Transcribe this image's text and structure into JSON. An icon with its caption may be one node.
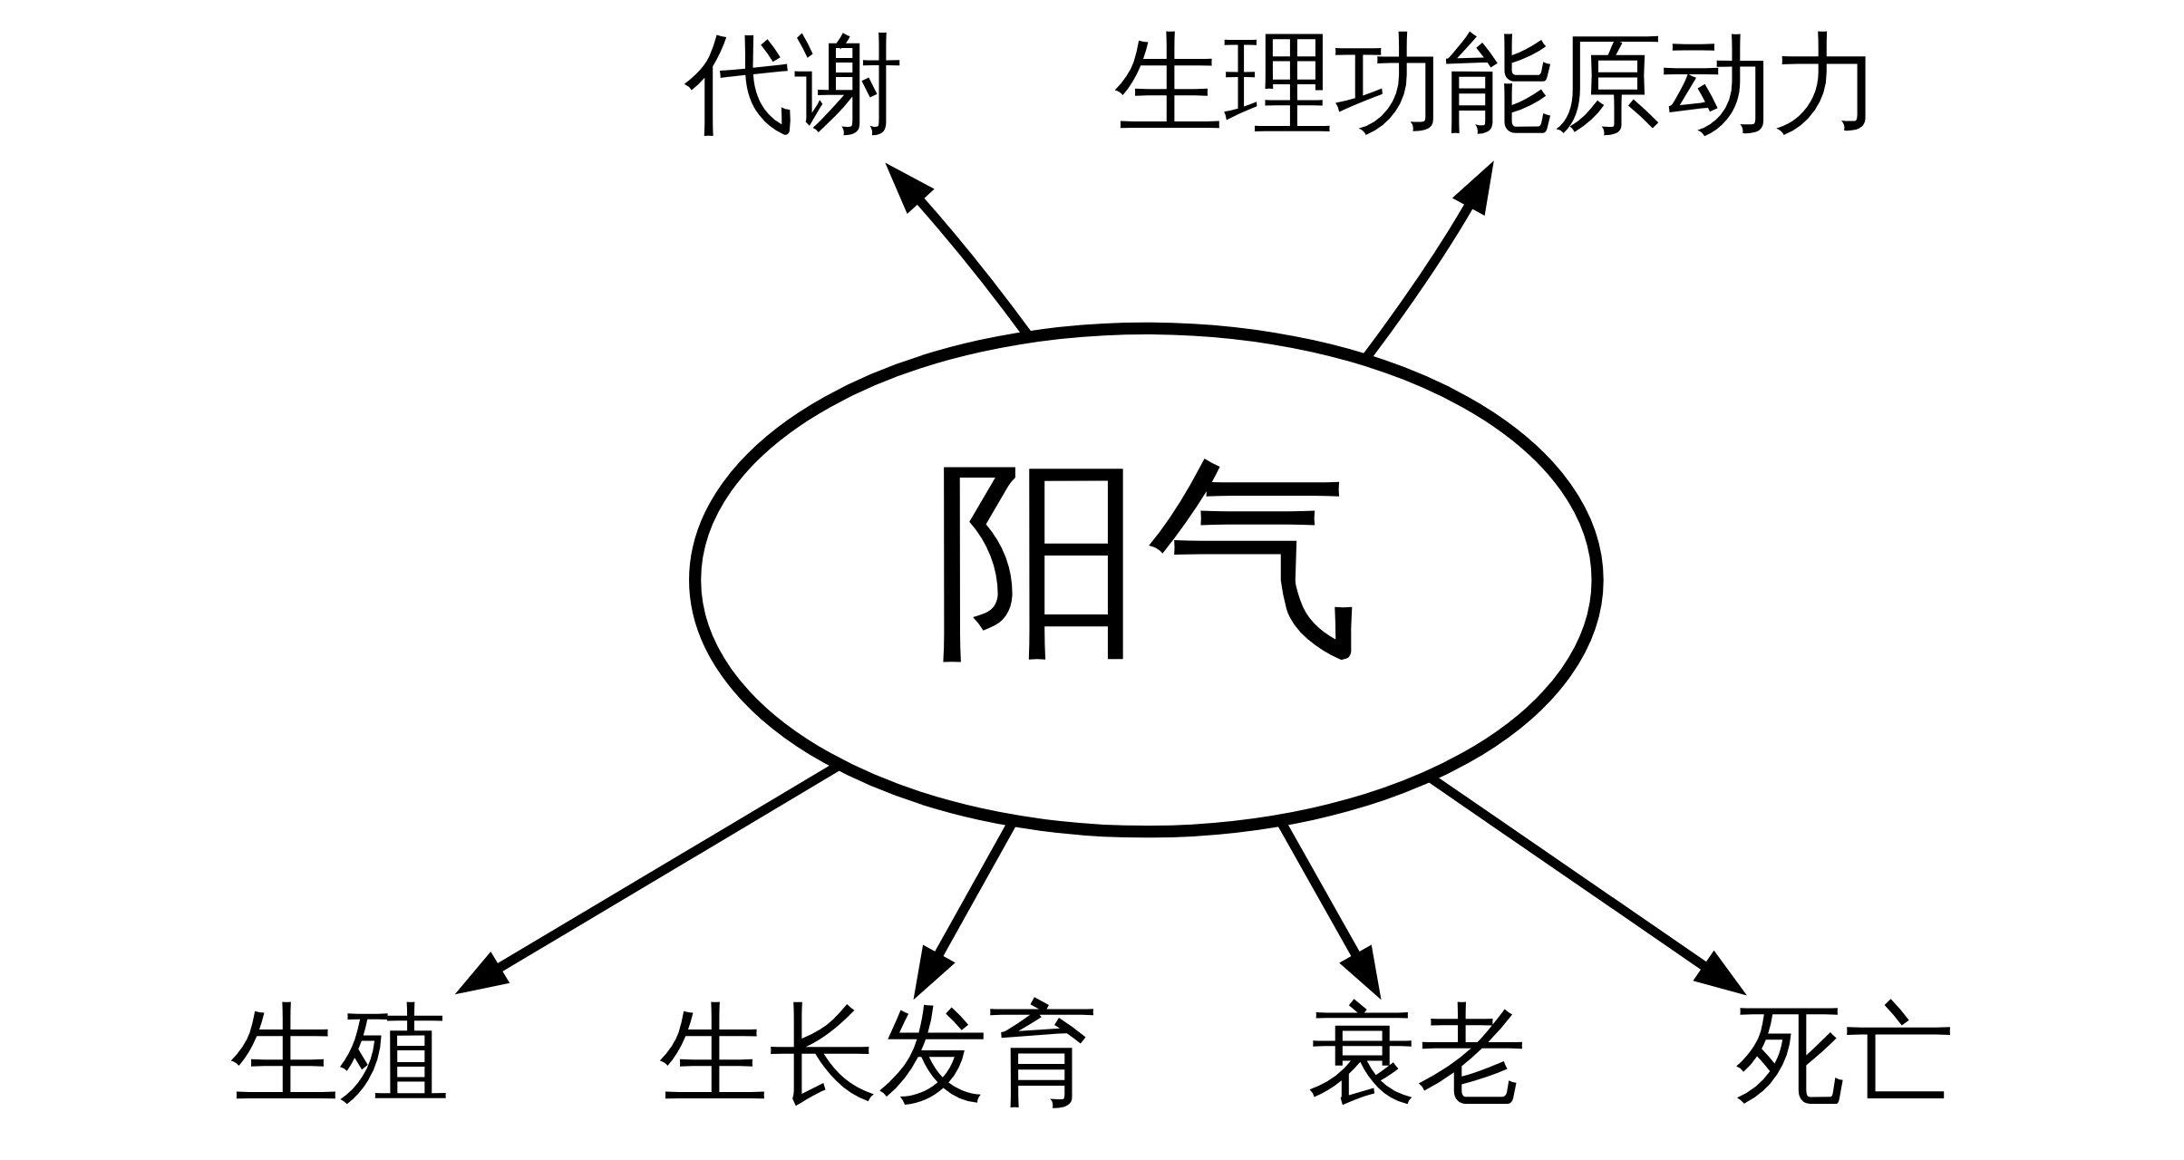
{
  "diagram": {
    "nodes": [
      {
        "text": [
          "代谢"
        ]
      },
      {
        "text": [
          "生理功能原动力"
        ]
      },
      {
        "text": [
          "阳气"
        ]
      },
      {
        "text": [
          "生殖"
        ]
      },
      {
        "text": [
          "衰老"
        ]
      },
      {
        "text": [
          "死亡"
        ]
      },
      {
        "text": [
          "生长发育"
        ]
      }
    ],
    "edges": [
      {
        "from": 2,
        "to": 0,
        "arrow": "to"
      },
      {
        "from": 2,
        "to": 1,
        "arrow": "to"
      },
      {
        "from": 2,
        "to": 3,
        "arrow": "to"
      },
      {
        "from": 2,
        "to": 6,
        "arrow": "to"
      },
      {
        "from": 2,
        "to": 4,
        "arrow": "to"
      },
      {
        "from": 2,
        "to": 5,
        "arrow": "to"
      }
    ]
  }
}
